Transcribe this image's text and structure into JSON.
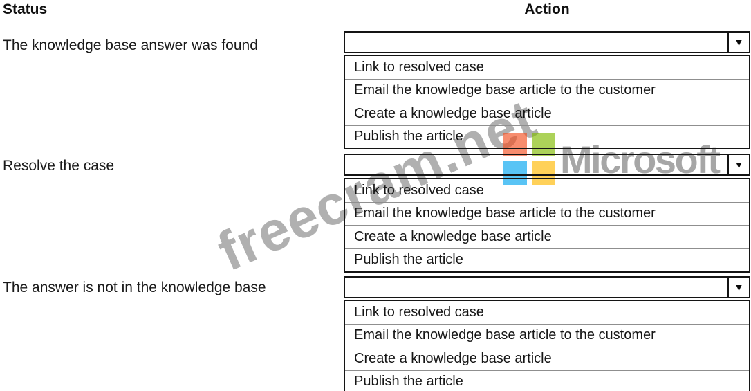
{
  "headers": {
    "status": "Status",
    "action": "Action"
  },
  "statuses": [
    {
      "label": "The knowledge base answer was found",
      "selected_value": ""
    },
    {
      "label": "Resolve the case",
      "selected_value": ""
    },
    {
      "label": "The answer is not in the knowledge base",
      "selected_value": ""
    }
  ],
  "dropdown_options": [
    "Link to resolved case",
    "Email the knowledge base article to the customer",
    "Create a knowledge base article",
    "Publish the article"
  ],
  "icons": {
    "dropdown_arrow": "▼"
  },
  "watermarks": {
    "site_text": "freecram.net",
    "site_color": "#b0b0b0",
    "brand_text": "Microsoft",
    "brand_color": "#a6a6a6",
    "logo_colors": {
      "red": "#f25022",
      "green": "#7fba00",
      "blue": "#00a4ef",
      "yellow": "#ffb900"
    }
  }
}
